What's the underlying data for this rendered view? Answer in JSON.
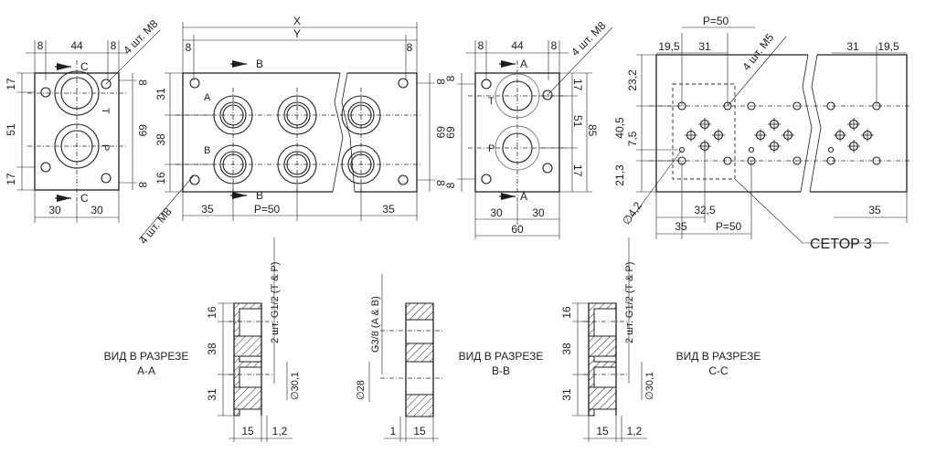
{
  "views": {
    "v1": {
      "top": [
        "8",
        "44",
        "8"
      ],
      "rot_note": "4 шт. M8",
      "left": [
        "17",
        "51",
        "17"
      ],
      "right": [
        "8",
        "69",
        "8"
      ],
      "bottom": [
        "30",
        "30"
      ],
      "section_top": "C",
      "section_bottom": "C",
      "port_t": "T",
      "port_p": "P",
      "bottom_note": "4 шт. M8"
    },
    "v2": {
      "x_label": "X",
      "y_label": "Y",
      "left_small": "8",
      "right_small": "8",
      "left": [
        "31",
        "38",
        "16"
      ],
      "right": [
        "8",
        "69",
        "8"
      ],
      "bottom": [
        "35",
        "P=50",
        "35"
      ],
      "section_top": "B",
      "section_bottom": "B",
      "port_a": "A",
      "port_b": "B"
    },
    "v3": {
      "top": [
        "8",
        "44",
        "8"
      ],
      "rot_note": "4 шт. M8",
      "left": [
        "8",
        "69",
        "8"
      ],
      "right_a": [
        "17",
        "51",
        "17"
      ],
      "right_total": "85",
      "bottom": [
        "30",
        "30"
      ],
      "total": "60",
      "section_top": "A",
      "section_bottom": "A",
      "port_t": "T",
      "port_p": "P"
    },
    "v4": {
      "pitch_top": "P=50",
      "top_left": [
        "19,5",
        "31"
      ],
      "top_right": [
        "31",
        "19,5"
      ],
      "rot_note": "4 шт. M5",
      "left": [
        "23,2",
        "40,5",
        "7,5",
        "21,3"
      ],
      "diameter": "∅4,2",
      "bottom": [
        "35",
        "32,5",
        "P=50",
        "35"
      ],
      "callout": "CETOP 3"
    }
  },
  "sections": {
    "aa": {
      "dims_left": [
        "16",
        "38",
        "31"
      ],
      "thread": "2 шт. G1/2 (T & P)",
      "diameter": "∅30,1",
      "bottom": [
        "15",
        "1,2"
      ],
      "caption_1": "ВИД В РАЗРЕЗЕ",
      "caption_2": "A-A"
    },
    "bb": {
      "thread": "G3/8 (A & B)",
      "diameter": "∅28",
      "bottom": [
        "1",
        "15"
      ],
      "caption_1": "ВИД В РАЗРЕЗЕ",
      "caption_2": "B-B"
    },
    "cc": {
      "dims_left": [
        "16",
        "38",
        "31"
      ],
      "thread": "2 шт. G1/2 (T & P)",
      "diameter": "∅30,1",
      "bottom": [
        "15",
        "1,2"
      ],
      "caption_1": "ВИД В РАЗРЕЗЕ",
      "caption_2": "C-C"
    }
  }
}
